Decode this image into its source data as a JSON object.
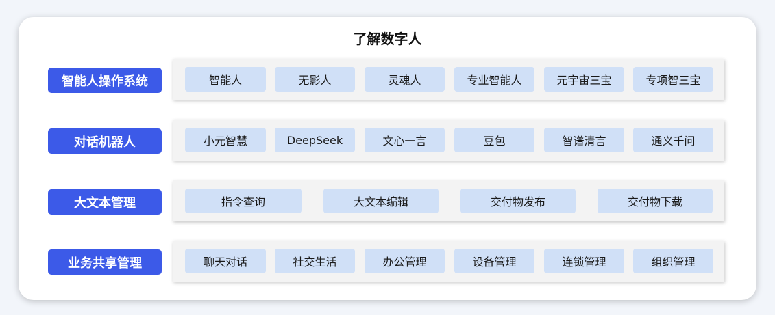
{
  "title": "了解数字人",
  "rows": [
    {
      "label": "智能人操作系统",
      "items": [
        "智能人",
        "无影人",
        "灵魂人",
        "专业智能人",
        "元宇宙三宝",
        "专项智三宝"
      ]
    },
    {
      "label": "对话机器人",
      "items": [
        "小元智慧",
        "DeepSeek",
        "文心一言",
        "豆包",
        "智谱清言",
        "通义千问"
      ]
    },
    {
      "label": "大文本管理",
      "items": [
        "指令查询",
        "大文本编辑",
        "交付物发布",
        "交付物下载"
      ]
    },
    {
      "label": "业务共享管理",
      "items": [
        "聊天对话",
        "社交生活",
        "办公管理",
        "设备管理",
        "连锁管理",
        "组织管理"
      ]
    }
  ],
  "colors": {
    "label_bg": "#3c5ae8",
    "chip_bg": "#d0e0f7",
    "panel_bg": "#f3f3f3"
  }
}
